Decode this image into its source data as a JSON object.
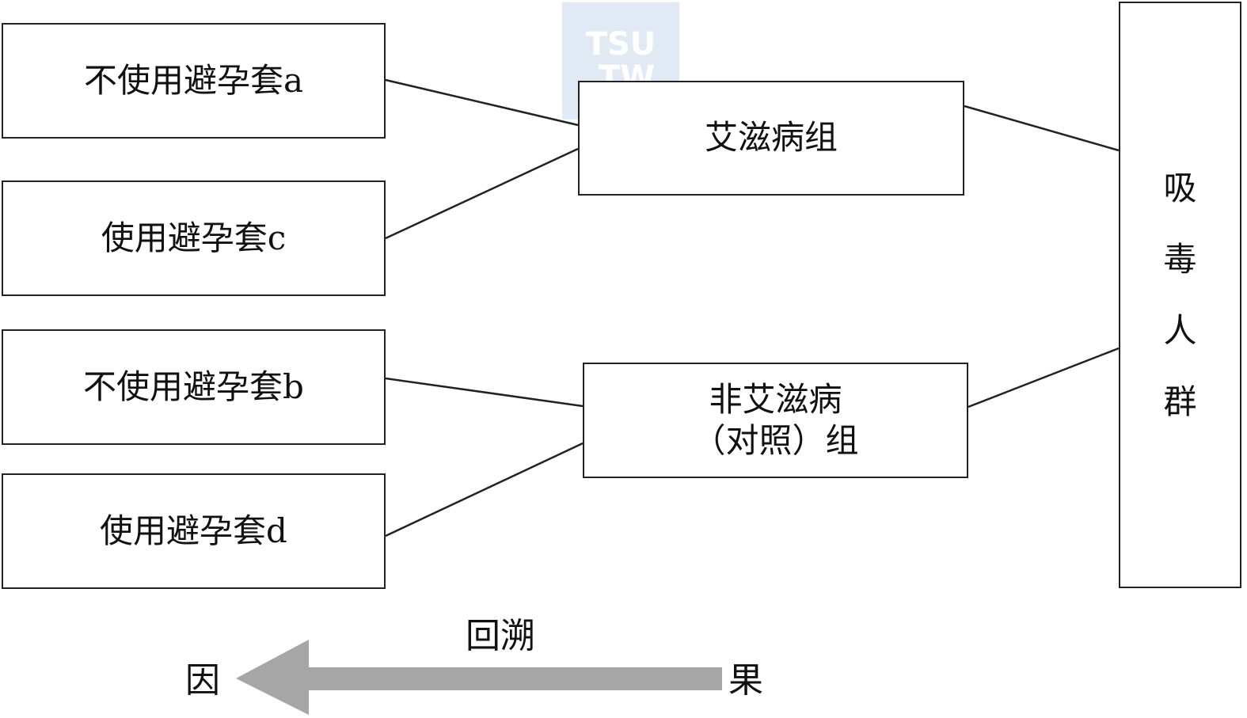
{
  "diagram": {
    "exposure_groups": [
      {
        "id": "a",
        "label": "不使用避孕套a"
      },
      {
        "id": "c",
        "label": "使用避孕套c"
      },
      {
        "id": "b",
        "label": "不使用避孕套b"
      },
      {
        "id": "d",
        "label": "使用避孕套d"
      }
    ],
    "case_group": {
      "label": "艾滋病组"
    },
    "control_group": {
      "line1": "非艾滋病",
      "line2": "（对照）组"
    },
    "population": {
      "chars": [
        "吸",
        "毒",
        "人",
        "群"
      ]
    },
    "direction": {
      "cause": "因",
      "effect": "果",
      "retrospect": "回溯"
    }
  },
  "watermark": {
    "line1": "TSU",
    "line2": ".TW"
  },
  "colors": {
    "stroke": "#222222",
    "arrow": "#a6a6a6",
    "watermark_bg": "#dce7f3"
  }
}
